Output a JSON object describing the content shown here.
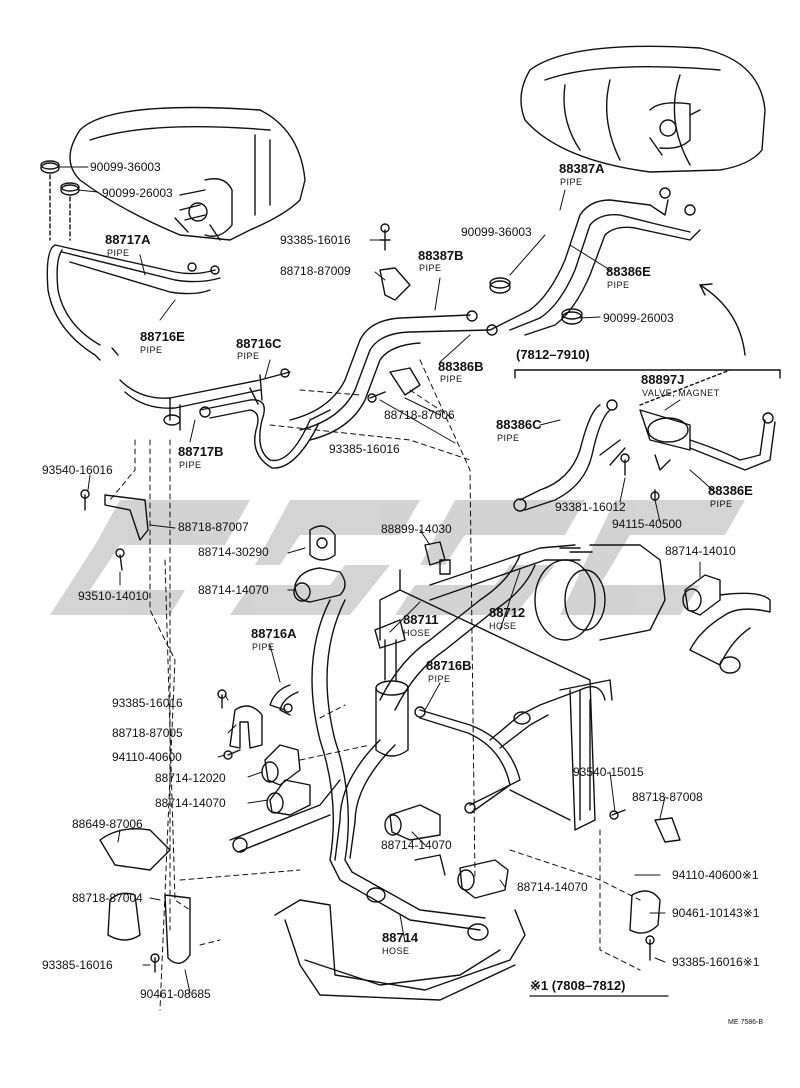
{
  "labels": {
    "p90099_36003_l": "90099-36003",
    "p90099_26003_l": "90099-26003",
    "p88717a": "88717A",
    "pipe_88717a": "PIPE",
    "p88716e": "88716E",
    "pipe_88716e": "PIPE",
    "p88716c": "88716C",
    "pipe_88716c": "PIPE",
    "p88717b": "88717B",
    "pipe_88717b": "PIPE",
    "p93540_16016": "93540-16016",
    "p88718_87007": "88718-87007",
    "p93510_14010": "93510-14010",
    "p93385_16016_a": "93385-16016",
    "p88718_87009": "88718-87009",
    "p88387b": "88387B",
    "pipe_88387b": "PIPE",
    "p88386b": "88386B",
    "pipe_88386b": "PIPE",
    "p88718_87006": "88718-87006",
    "p93385_16016_b": "93385-16016",
    "p88387a": "88387A",
    "pipe_88387a": "PIPE",
    "p90099_36003_r": "90099-36003",
    "p88386e_top": "88386E",
    "pipe_88386e_top": "PIPE",
    "p90099_26003_r": "90099-26003",
    "range_7812": "(7812–7910)",
    "p88897j": "88897J",
    "valve_magnet": "VALVE, MAGNET",
    "p88386c": "88386C",
    "pipe_88386c": "PIPE",
    "p93381_16012": "93381-16012",
    "p88386e_bot": "88386E",
    "pipe_88386e_bot": "PIPE",
    "p94115_40500": "94115-40500",
    "p88899_14030": "88899-14030",
    "p88714_30290": "88714-30290",
    "p88714_14070_a": "88714-14070",
    "p88714_14010": "88714-14010",
    "p88711": "88711",
    "hose_88711": "HOSE",
    "p88712": "88712",
    "hose_88712": "HOSE",
    "p88716a": "88716A",
    "pipe_88716a": "PIPE",
    "p88716b": "88716B",
    "pipe_88716b": "PIPE",
    "p93385_16016_c": "93385-16016",
    "p88718_87005": "88718-87005",
    "p94110_40600": "94110-40600",
    "p88714_12020": "88714-12020",
    "p88714_14070_b": "88714-14070",
    "p93540_15015": "93540-15015",
    "p88718_87008": "88718-87008",
    "p88649_87006": "88649-87006",
    "p88714_14070_c": "88714-14070",
    "p88714_14070_d": "88714-14070",
    "p94110_40600_s": "94110-40600※1",
    "p88718_87004": "88718-87004",
    "p90461_10143_s": "90461-10143※1",
    "p88714": "88714",
    "hose_88714": "HOSE",
    "p93385_16016_d": "93385-16016",
    "p93385_16016_s": "93385-16016※1",
    "p90461_08685": "90461-08685",
    "note_range": "※1 (7808–7812)",
    "ref_code": "ME 7586-B"
  },
  "colors": {
    "ink": "#111111",
    "watermark": "#c9c9c9"
  }
}
